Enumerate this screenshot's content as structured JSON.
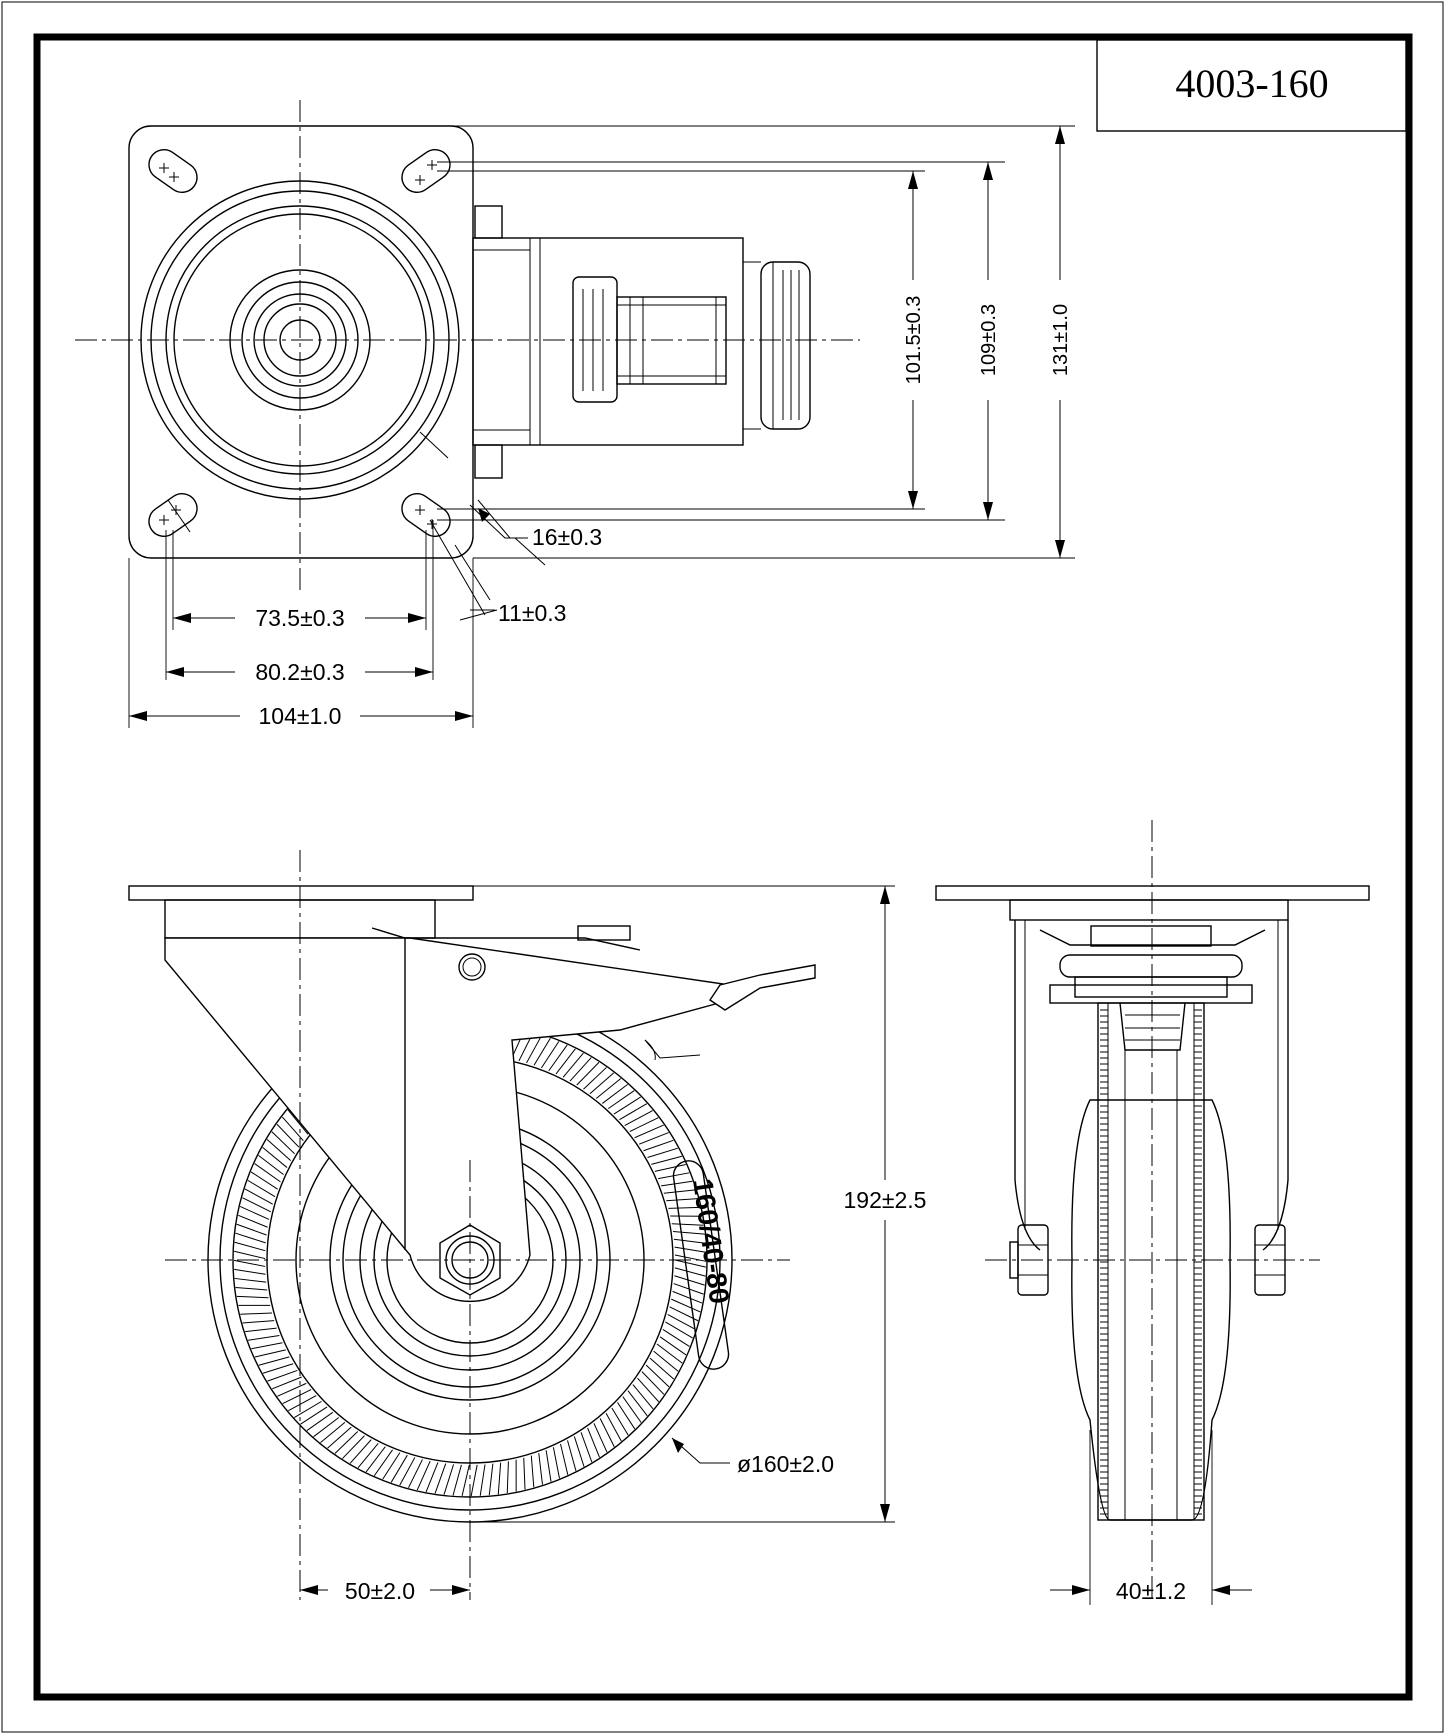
{
  "title_block": {
    "part_number": "4003-160"
  },
  "top_view": {
    "dimensions": {
      "height_inner": "101.5±0.3",
      "height_mid": "109±0.3",
      "height_outer": "131±1.0",
      "slot_width": "16±0.3",
      "slot_length": "11±0.3",
      "hole_span_inner": "73.5±0.3",
      "hole_span_outer": "80.2±0.3",
      "plate_width": "104±1.0"
    }
  },
  "side_view": {
    "tire_marking": "160/40-80",
    "dimensions": {
      "overall_height": "192±2.5",
      "wheel_diameter": "ø160±2.0",
      "offset": "50±2.0"
    }
  },
  "front_view": {
    "dimensions": {
      "wheel_width": "40±1.2"
    }
  }
}
